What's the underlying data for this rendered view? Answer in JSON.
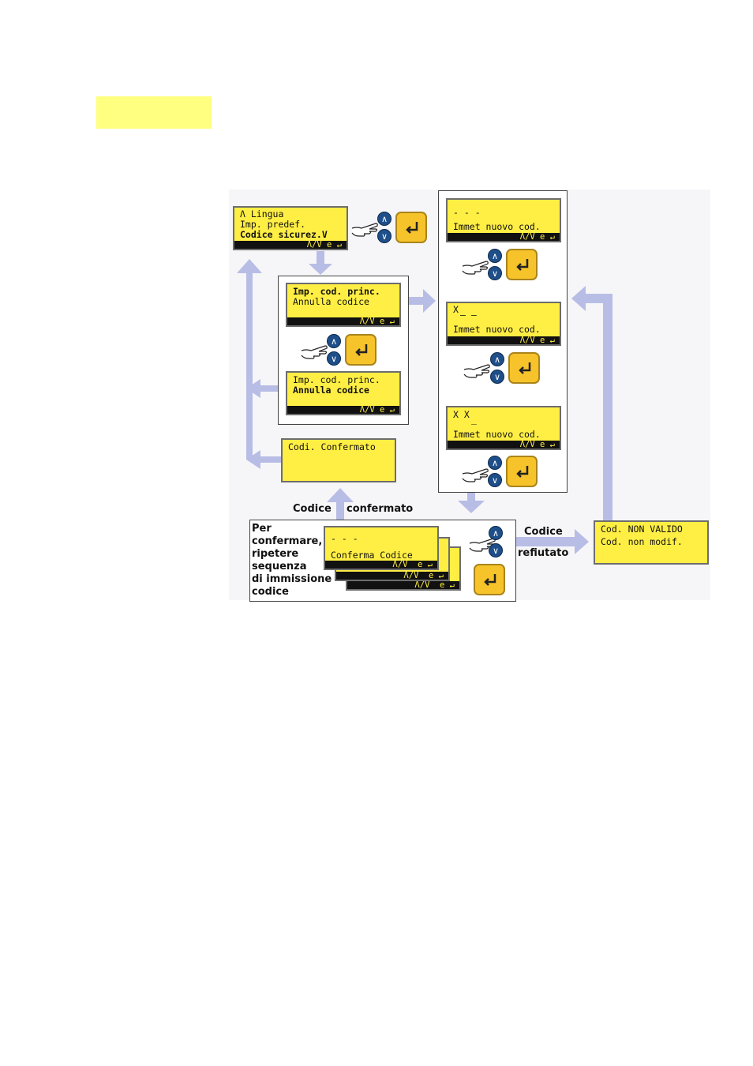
{
  "colors": {
    "lcd_background": "#ffee44",
    "arrow": "#b8bde6",
    "nav_button": "#1e4f8a",
    "enter_button": "#f7c32a",
    "highlight_tab": "#ffff80"
  },
  "icons": {
    "up": "chevron-up-icon",
    "down": "chevron-down-icon",
    "enter": "enter-key-icon",
    "hand": "pointing-hand-icon"
  },
  "screens": {
    "menu": {
      "line1": "Λ Lingua",
      "line2": "Imp. predef.",
      "line3": "Codice sicurez.V",
      "bar": "Λ/V e ↵"
    },
    "submenu_a": {
      "line1": "Imp. cod. princ.",
      "line2": "Annulla codice",
      "bar": "Λ/V e ↵"
    },
    "submenu_b": {
      "line1": "Imp. cod. princ.",
      "line2": "Annulla codice",
      "bar": "Λ/V e ↵"
    },
    "confirmed": {
      "line1": "Codi. Confermato"
    },
    "new_code_0": {
      "line1": "- - -",
      "line2": "Immet nuovo cod.",
      "bar": "Λ/V e ↵"
    },
    "new_code_1": {
      "line1": "X",
      "line1b": "– –",
      "line2": "Immet nuovo cod.",
      "bar": "Λ/V e ↵"
    },
    "new_code_2": {
      "line1": "X X",
      "line1b": "_",
      "line2": "Immet nuovo cod.",
      "bar": "Λ/V e ↵"
    },
    "confirm_code": {
      "line1": "- - -",
      "line2": "Conferma Codice",
      "bar": "Λ/V  e ↵",
      "bar2": "Λ/V  e ↵",
      "bar3": "Λ/V  e ↵"
    },
    "invalid": {
      "line1": "Cod. NON VALIDO",
      "line2": "Cod. non modif."
    }
  },
  "labels": {
    "codice_left": "Codice",
    "confermato": "confermato",
    "codice_right": "Codice",
    "rifiutato": "refiutato",
    "repeat_note": [
      "Per",
      "confermare,",
      "ripetere",
      "sequenza",
      "di immissione",
      "codice"
    ]
  }
}
